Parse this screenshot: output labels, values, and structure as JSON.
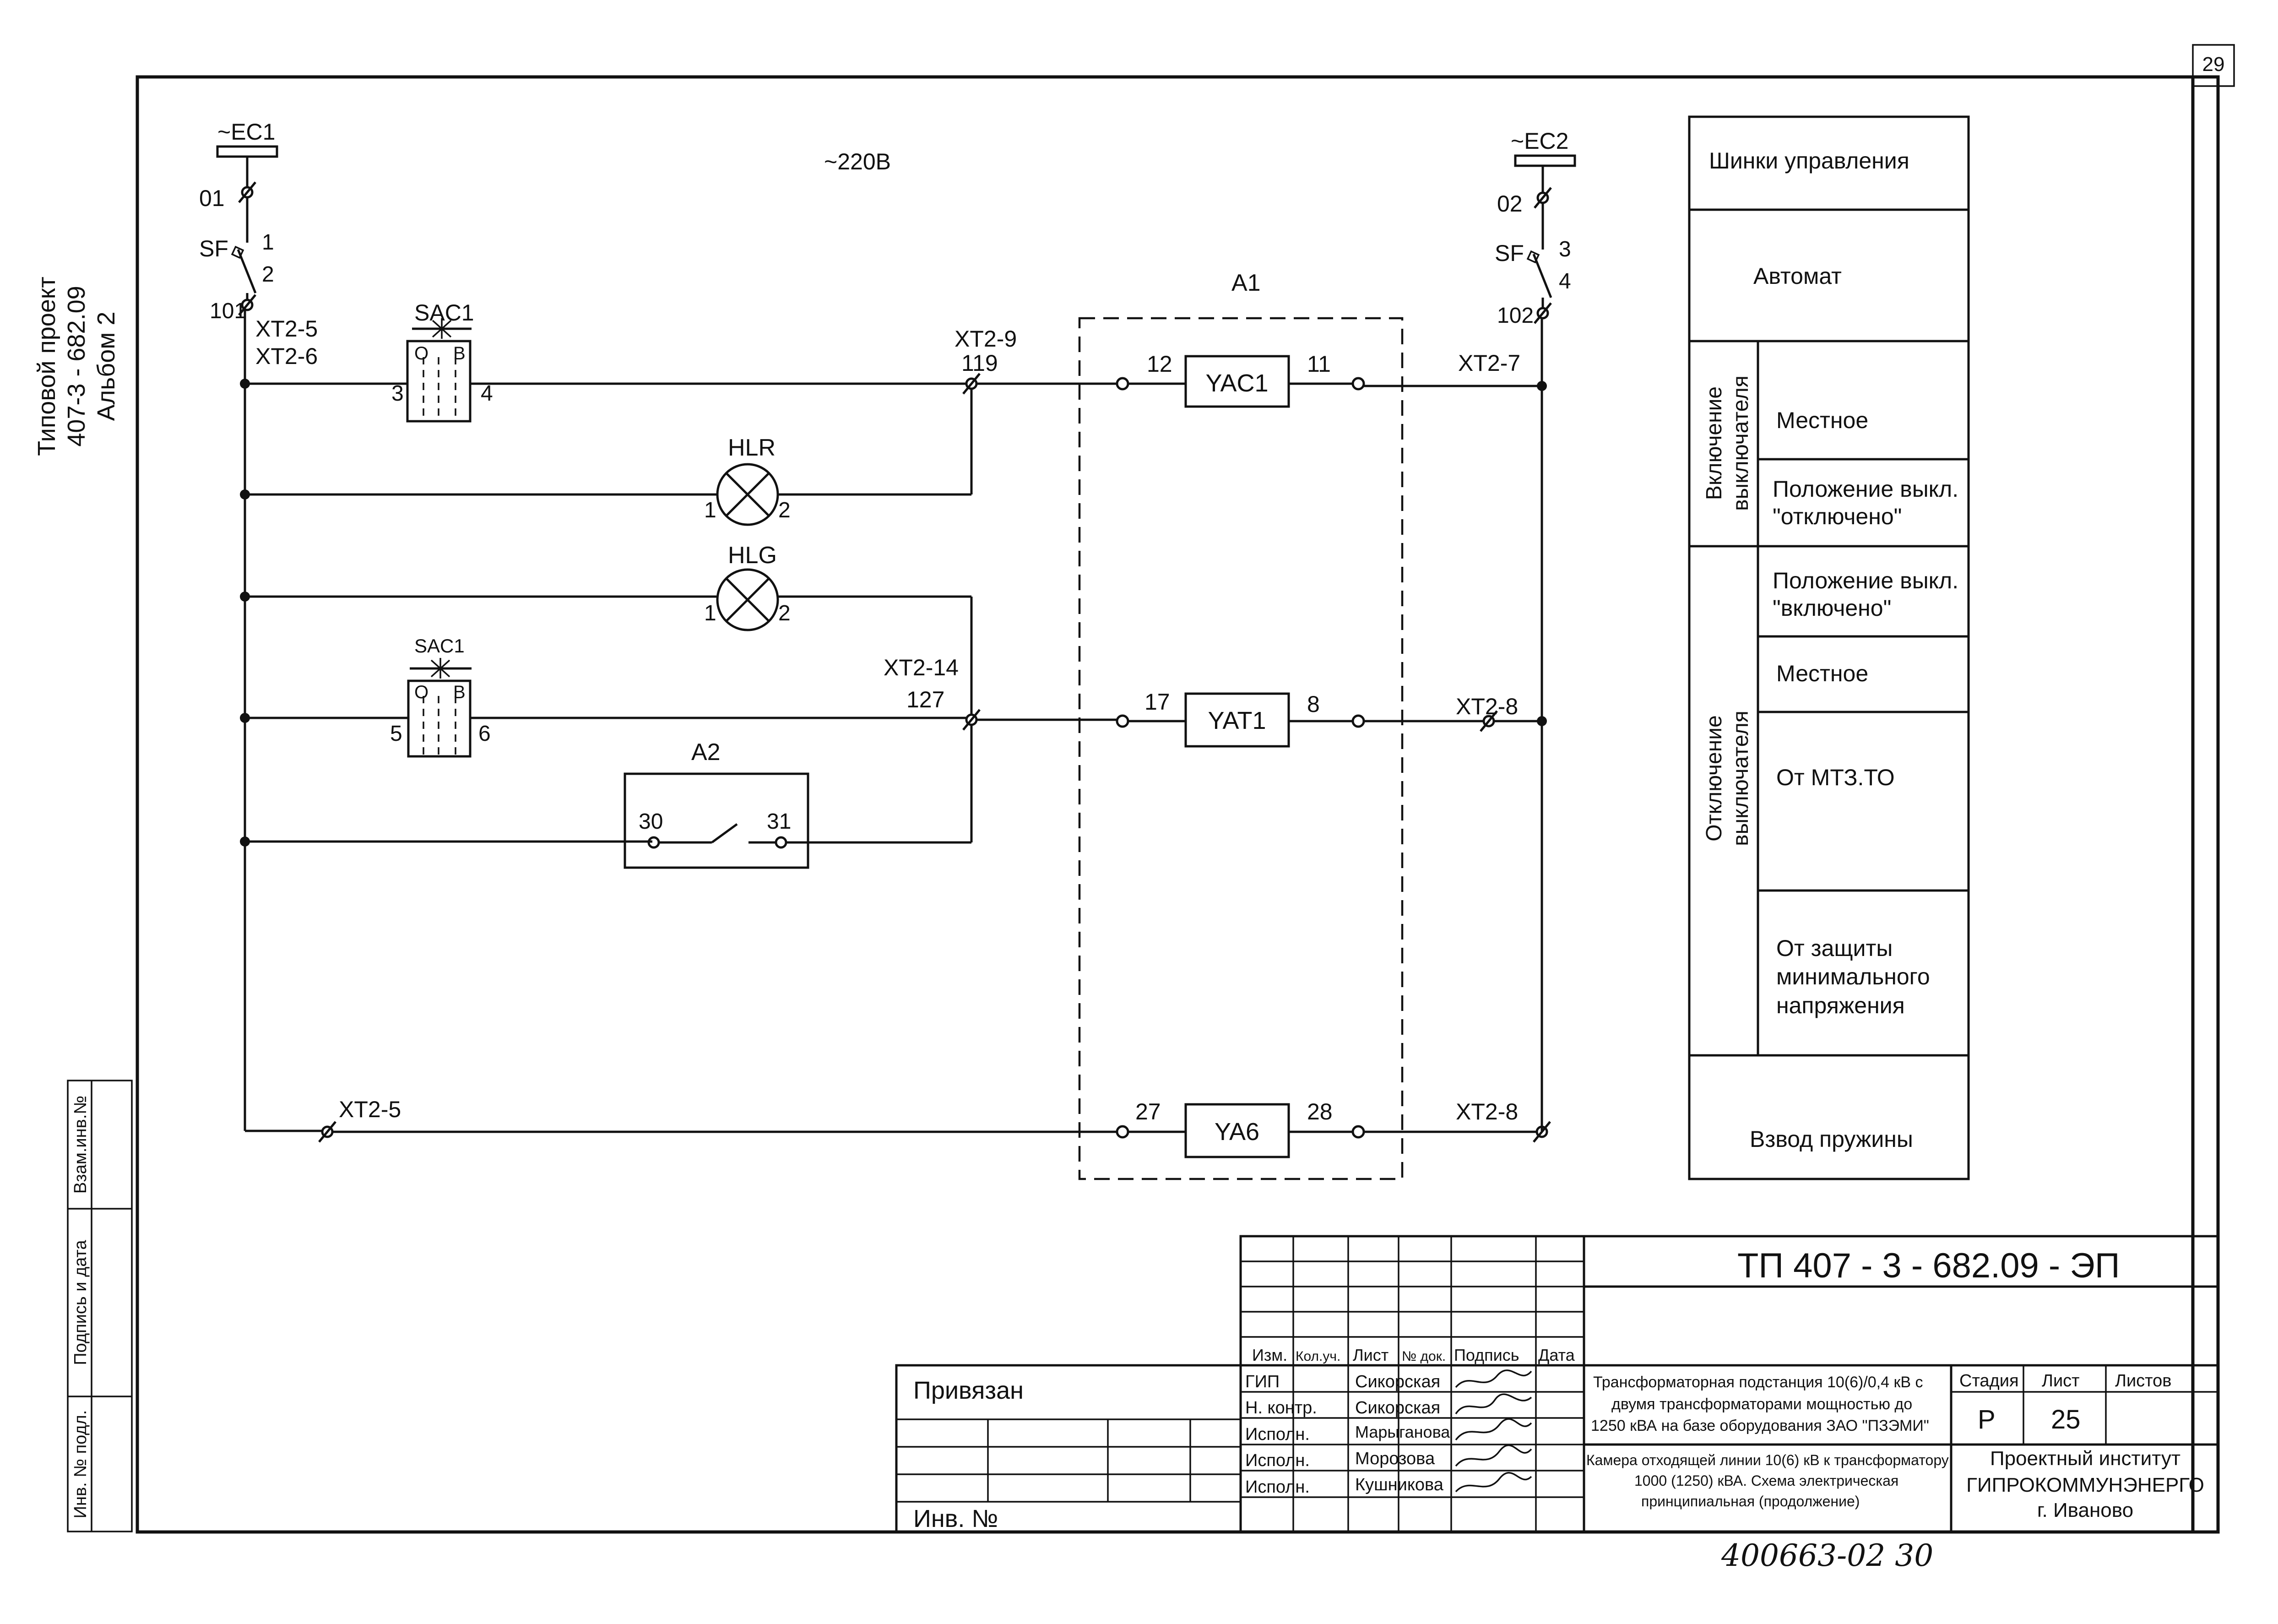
{
  "sheet": {
    "page_number": "29",
    "side_label": [
      "Типовой проект",
      "407-3 - 682.09",
      "Альбом 2"
    ],
    "side_cells": [
      "Взам.инв.№",
      "Подпись и дата",
      "Инв. № подл."
    ],
    "handwritten_number": "400663-02   30"
  },
  "schematic": {
    "voltage": "~220В",
    "ec1": "~EC1",
    "ec2": "~EC2",
    "n01": "01",
    "n02": "02",
    "sf_left": "SF",
    "sf_right": "SF",
    "sf_left_1": "1",
    "sf_left_2": "2",
    "sf_right_3": "3",
    "sf_right_4": "4",
    "n101": "101",
    "n102": "102",
    "xt2_5": "XT2-5",
    "xt2_6": "XT2-6",
    "sac1_top": "SAC1",
    "sac1_top_o": "О",
    "sac1_top_b": "В",
    "sac1_top_3": "3",
    "sac1_top_4": "4",
    "xt2_9": "XT2-9",
    "n119": "119",
    "a1": "A1",
    "yac1": "YAC1",
    "yac1_12": "12",
    "yac1_11": "11",
    "xt2_7": "XT2-7",
    "hlr": "HLR",
    "hlr_1": "1",
    "hlr_2": "2",
    "hlg": "HLG",
    "hlg_1": "1",
    "hlg_2": "2",
    "sac1_bot": "SAC1",
    "sac1_bot_o": "О",
    "sac1_bot_b": "В",
    "sac1_bot_5": "5",
    "sac1_bot_6": "6",
    "xt2_14": "XT2-14",
    "n127": "127",
    "yat1": "YAT1",
    "yat1_17": "17",
    "yat1_8": "8",
    "xt2_8_mid": "XT2-8",
    "a2": "A2",
    "a2_30": "30",
    "a2_31": "31",
    "xt2_5_bottom": "XT2-5",
    "ya6": "YA6",
    "ya6_27": "27",
    "ya6_28": "28",
    "xt2_8_bottom": "XT2-8"
  },
  "legend": {
    "bus": "Шинки управления",
    "breaker": "Автомат",
    "group_on": [
      "Включение",
      "выключателя"
    ],
    "local_on": "Местное",
    "pos_off": [
      "Положение выкл.",
      "\"отключено\""
    ],
    "group_off": [
      "Отключение",
      "выключателя"
    ],
    "pos_on": [
      "Положение выкл.",
      "\"включено\""
    ],
    "local_off": "Местное",
    "mtz": "От МТЗ.ТО",
    "undervoltage": [
      "От защиты",
      "минимального",
      "напряжения"
    ],
    "spring": "Взвод пружины"
  },
  "title_block": {
    "doc_code": "ТП  407 - 3 - 682.09 - ЭП",
    "headers": [
      "Изм.",
      "Кол.уч.",
      "Лист",
      "№ док.",
      "Подпись",
      "Дата"
    ],
    "roles": [
      {
        "role": "ГИП",
        "name": "Сикорская"
      },
      {
        "role": "Н. контр.",
        "name": "Сикорская"
      },
      {
        "role": "Исполн.",
        "name": "Марыганова"
      },
      {
        "role": "Исполн.",
        "name": "Морозова"
      },
      {
        "role": "Исполн.",
        "name": "Кушникова"
      }
    ],
    "privyazan": "Привязан",
    "inv_no": "Инв. №",
    "title1": [
      "Трансформаторная подстанция 10(6)/0,4 кВ с",
      "двумя трансформаторами мощностью до",
      "1250 кВА на базе оборудования ЗАО \"ПЗЭМИ\""
    ],
    "title2": [
      "Камера отходящей линии 10(6) кВ к трансформатору",
      "1000 (1250) кВА. Схема электрическая",
      "принципиальная (продолжение)"
    ],
    "stage_label": "Стадия",
    "sheet_label": "Лист",
    "sheets_label": "Листов",
    "stage": "Р",
    "sheet": "25",
    "org": [
      "Проектный институт",
      "ГИПРОКОММУНЭНЕРГО",
      "г. Иваново"
    ]
  }
}
